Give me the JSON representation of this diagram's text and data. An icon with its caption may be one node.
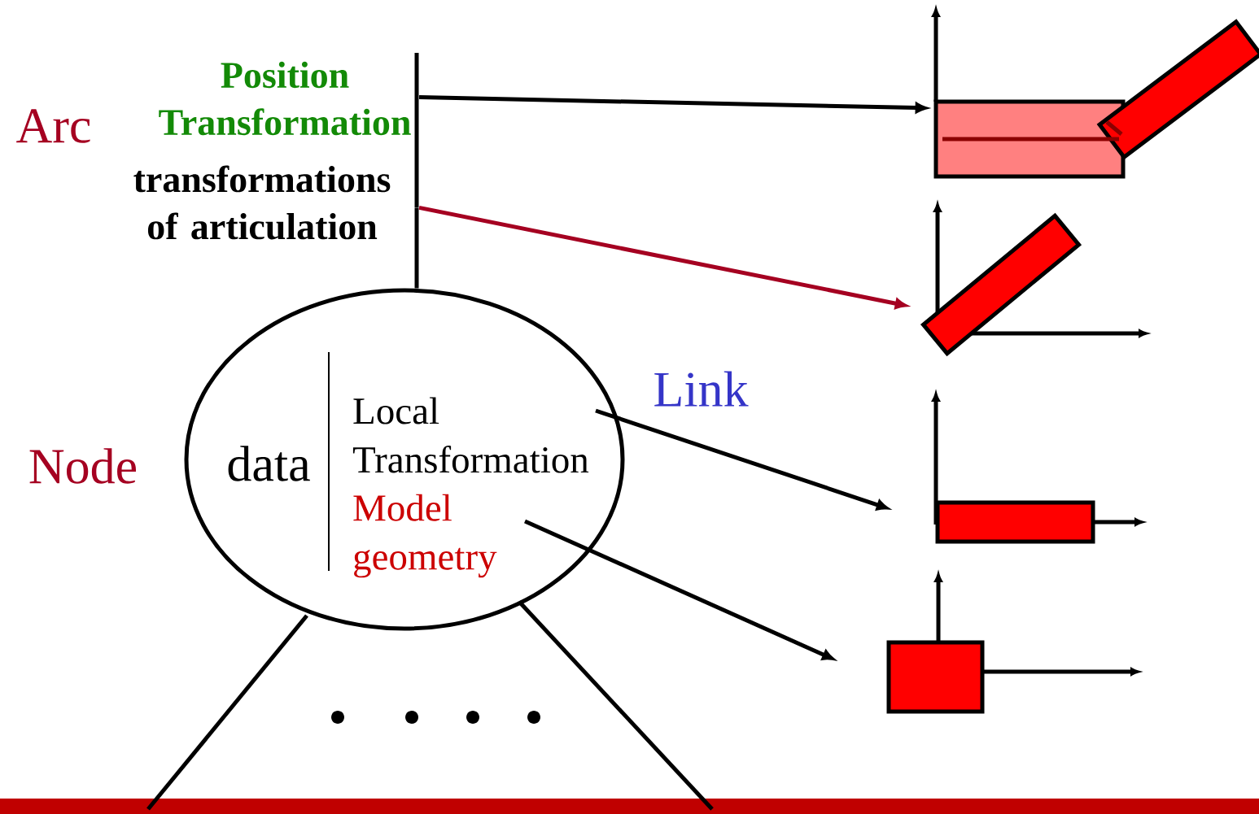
{
  "diagram": {
    "nodes": [
      {
        "text": [
          "data",
          "Local Transformation",
          "Model geometry"
        ]
      },
      {
        "text": [],
        "shape": "bar"
      },
      {
        "text": [],
        "shape": "picture"
      },
      {
        "text": [],
        "shape": "picture"
      },
      {
        "text": [],
        "shape": "picture"
      },
      {
        "text": [],
        "shape": "picture"
      }
    ],
    "edges": [
      {
        "from": 1,
        "to": 0,
        "arrow": "none"
      },
      {
        "from": 1,
        "to": 2,
        "arrow": "to"
      },
      {
        "from": 1,
        "to": 3,
        "arrow": "to",
        "color": "#a50021"
      },
      {
        "from": 0,
        "to": 4,
        "arrow": "to"
      },
      {
        "from": 0,
        "to": 5,
        "arrow": "to"
      },
      {
        "from": 0,
        "to": null,
        "arrow": "none"
      },
      {
        "from": 0,
        "to": null,
        "arrow": "none"
      }
    ],
    "labels": [
      "Arc",
      "Position Transformation",
      "transformations of articulation",
      "Node",
      "Link"
    ]
  }
}
